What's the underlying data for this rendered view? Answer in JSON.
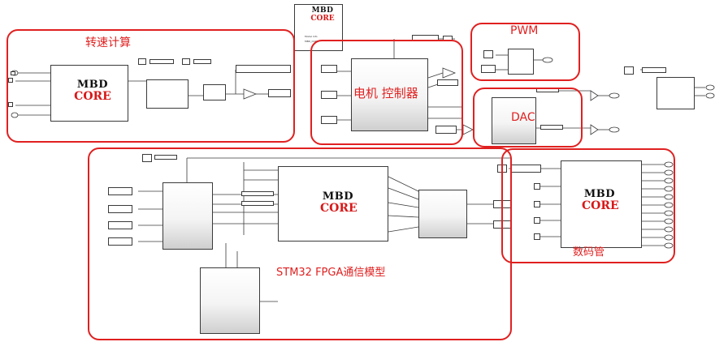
{
  "watermark": {
    "line1": "MBD",
    "line2": "CORE"
  },
  "regions": {
    "speed": "转速计算",
    "motor": "电机 控制器",
    "pwm": "PWM",
    "dac": "DAC",
    "fpga": "STM32 FPGA通信模型",
    "display": "数码管"
  },
  "colors": {
    "region": "#e02020",
    "logo_dark": "#111111",
    "logo_red": "#d81818"
  }
}
